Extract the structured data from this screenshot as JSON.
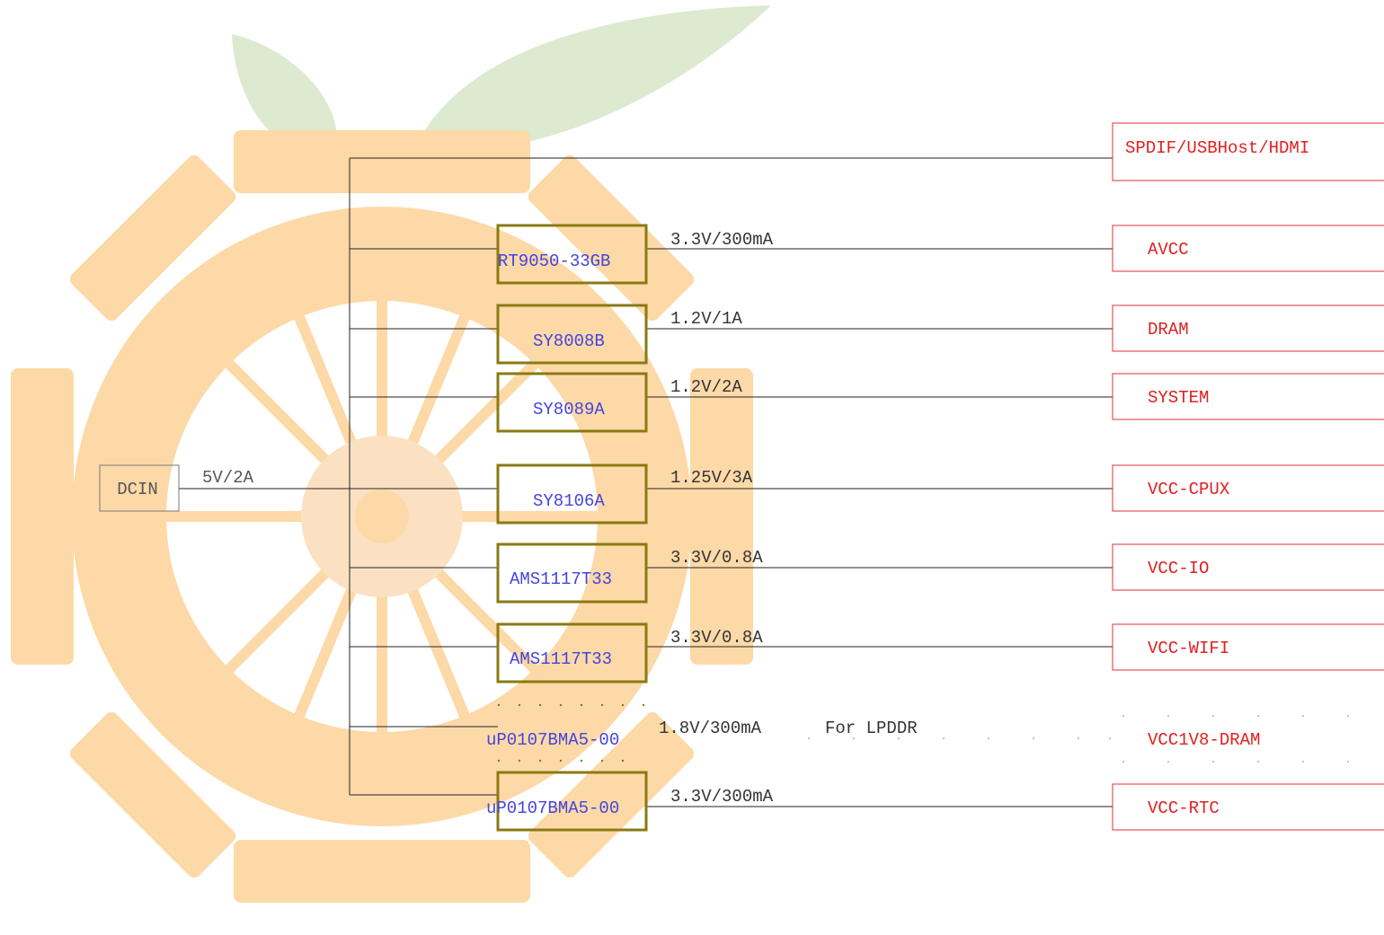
{
  "source": {
    "label": "DCIN",
    "rating": "5V/2A"
  },
  "bypass": {
    "target": "SPDIF/USBHost/HDMI"
  },
  "rails": [
    {
      "regulator": "RT9050-33GB",
      "output": "3.3V/300mA",
      "target": "AVCC"
    },
    {
      "regulator": "SY8008B",
      "output": "1.2V/1A",
      "target": "DRAM"
    },
    {
      "regulator": "SY8089A",
      "output": "1.2V/2A",
      "target": "SYSTEM"
    },
    {
      "regulator": "SY8106A",
      "output": "1.25V/3A",
      "target": "VCC-CPUX"
    },
    {
      "regulator": "AMS1117T33",
      "output": "3.3V/0.8A",
      "target": "VCC-IO"
    },
    {
      "regulator": "AMS1117T33",
      "output": "3.3V/0.8A",
      "target": "VCC-WIFI"
    },
    {
      "regulator": "uP0107BMA5-00",
      "output": "1.8V/300mA",
      "note": "For LPDDR",
      "target": "VCC1V8-DRAM"
    },
    {
      "regulator": "uP0107BMA5-00",
      "output": "3.3V/300mA",
      "target": "VCC-RTC"
    }
  ],
  "colors": {
    "wire": "#222222",
    "regulator_border": "#8a7a12",
    "regulator_text": "#4444dd",
    "target_border": "#e03030",
    "target_text": "#e02020",
    "watermark_orange": "#fdd9a8",
    "watermark_green": "#dcead0"
  },
  "icons": {
    "watermark": "orange-pi-logo-watermark"
  }
}
